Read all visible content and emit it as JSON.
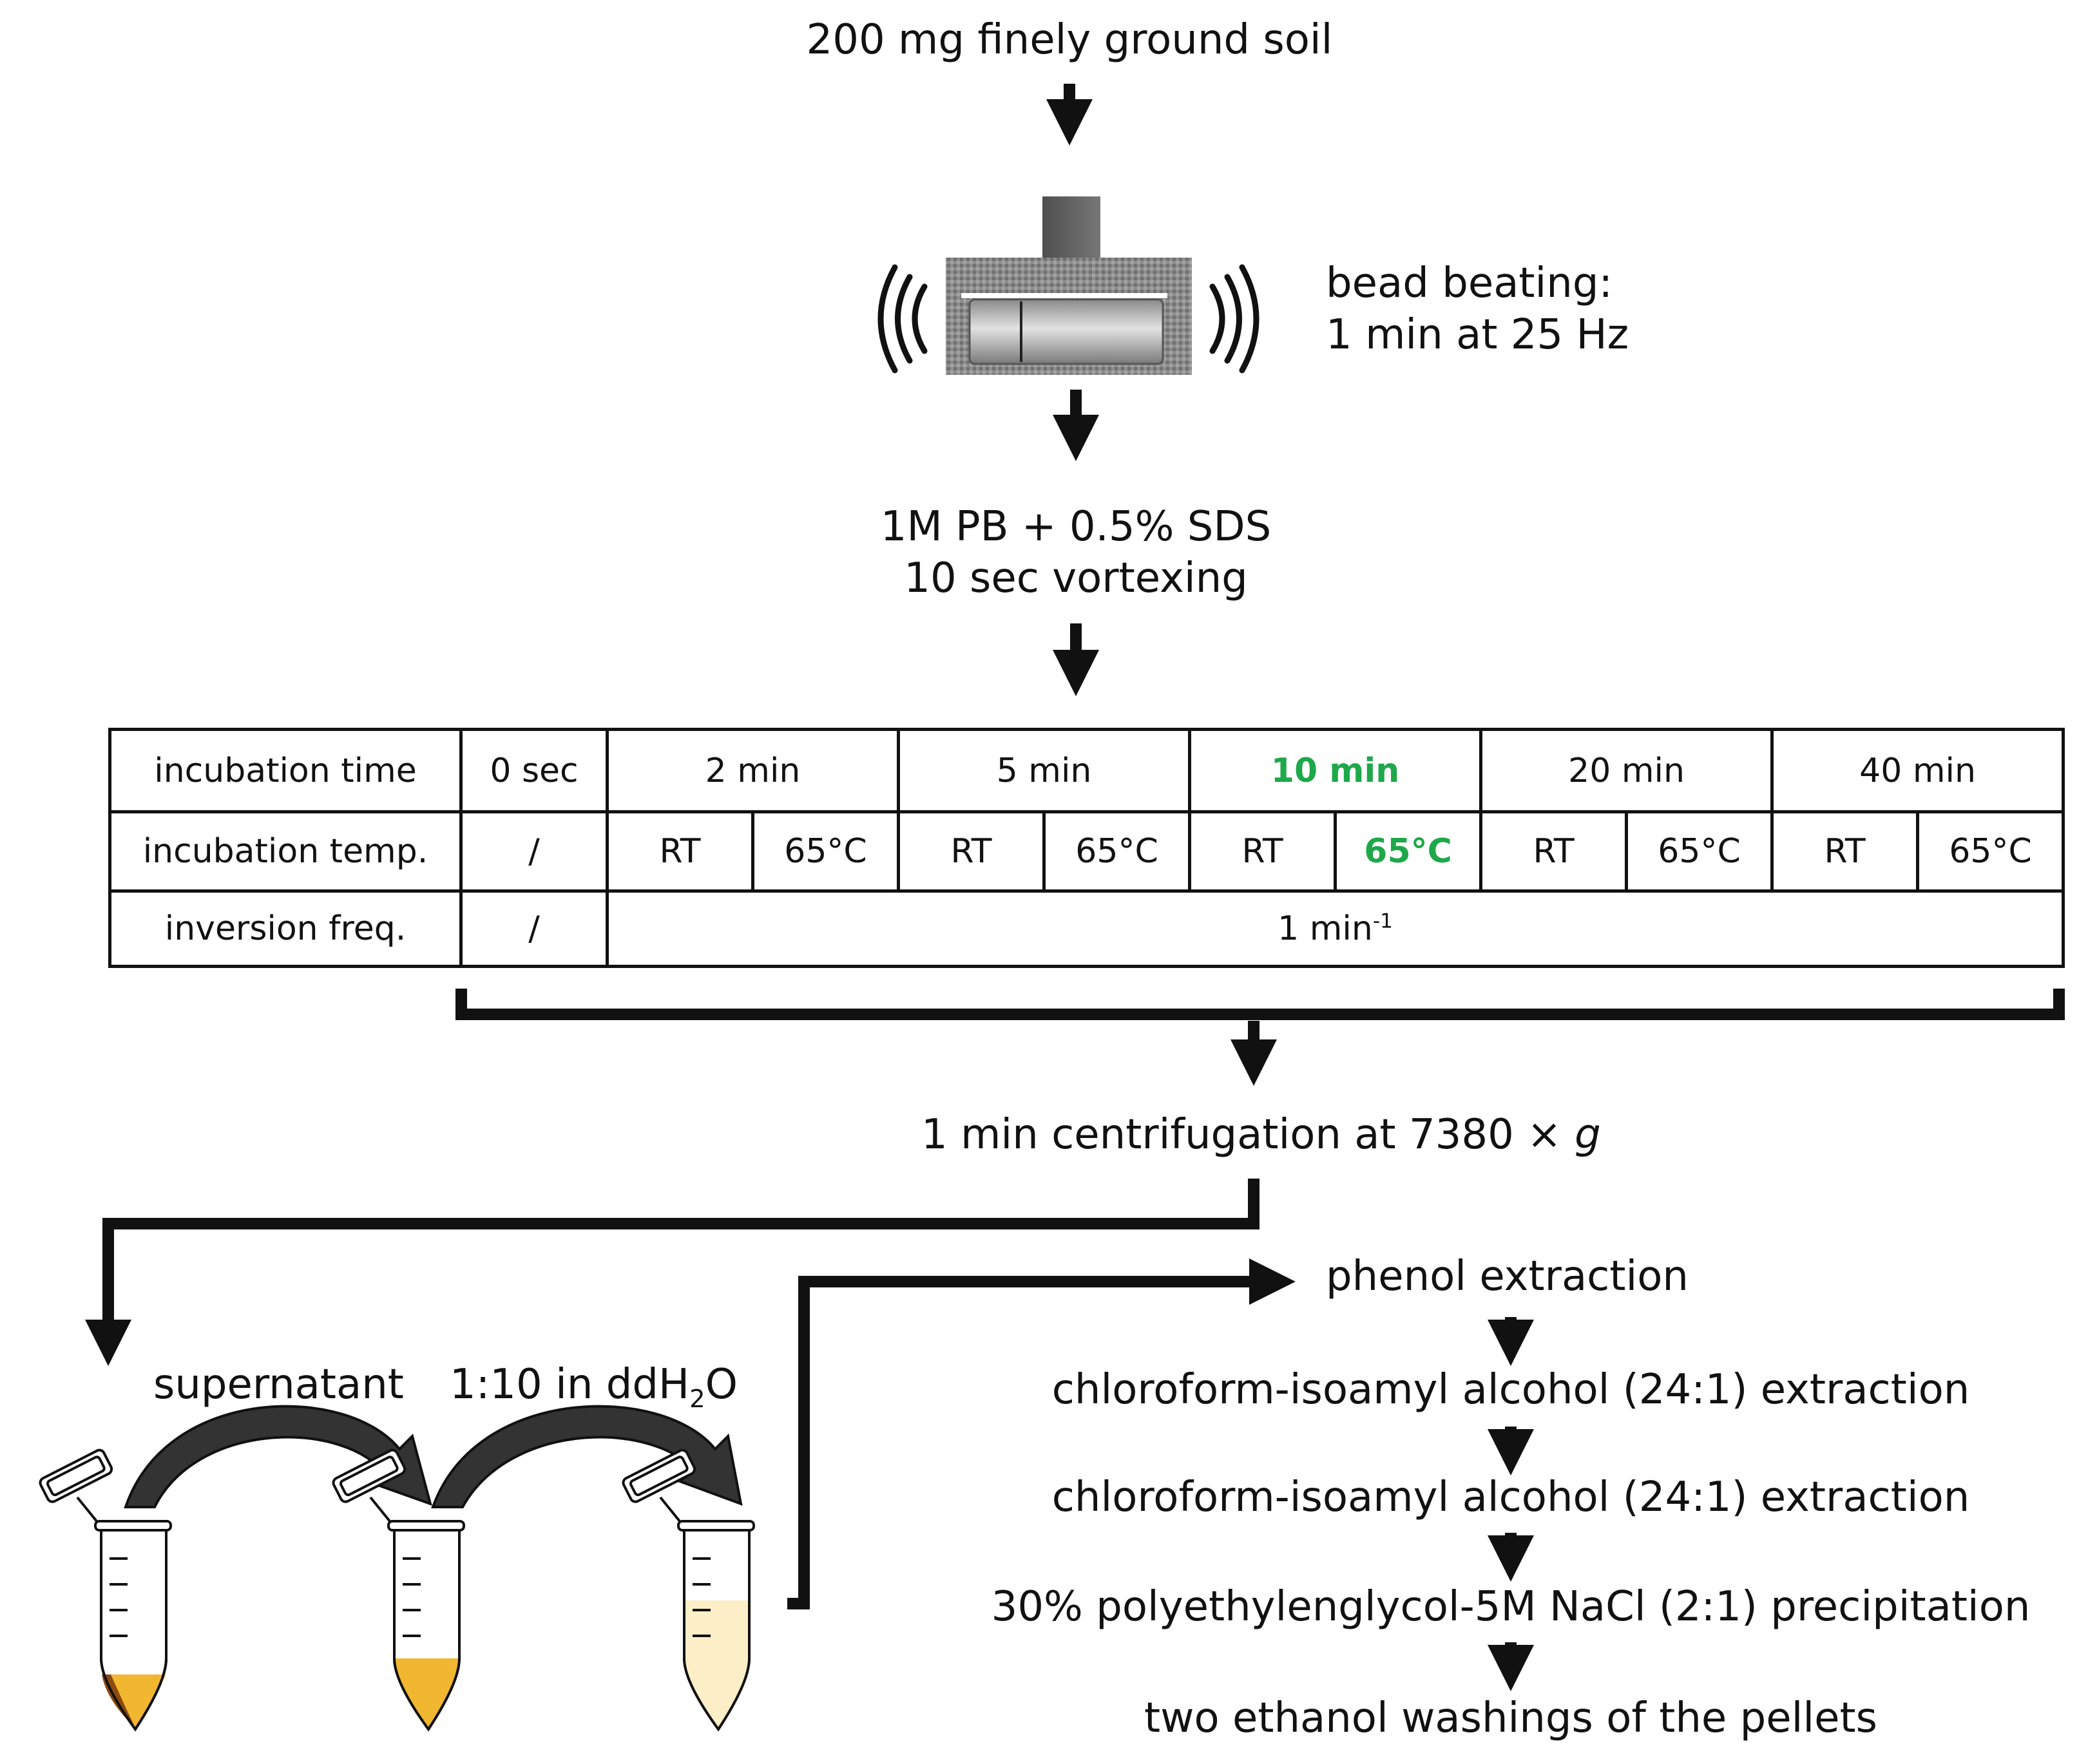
{
  "steps": {
    "start": "200 mg finely ground soil",
    "bead_line1": "bead beating:",
    "bead_line2": "1 min at 25 Hz",
    "buffer_line1": "1M PB + 0.5% SDS",
    "buffer_line2": "10 sec vortexing",
    "centrifuge_prefix": "1 min centrifugation at 7380 × ",
    "centrifuge_g": "g",
    "supernatant": "supernatant",
    "dilution_prefix": "1:10 in ddH",
    "dilution_sub": "2",
    "dilution_suffix": "O"
  },
  "table": {
    "row_labels": [
      "incubation time",
      "incubation temp.",
      "inversion freq."
    ],
    "times": [
      "0 sec",
      "2 min",
      "5 min",
      "10 min",
      "20 min",
      "40 min"
    ],
    "temps": [
      "RT",
      "65°C"
    ],
    "no_value": "/",
    "inversion_value": "1 min",
    "inversion_exp": "-1",
    "highlight": {
      "time": "10 min",
      "temp": "65°C",
      "color": "#1ea84a"
    }
  },
  "purification": [
    "phenol extraction",
    "chloroform-isoamyl alcohol (24:1) extraction",
    "chloroform-isoamyl alcohol (24:1) extraction",
    "30% polyethylenglycol-5M NaCl (2:1) precipitation",
    "two ethanol washings of the pellets"
  ],
  "colors": {
    "ink": "#111111",
    "highlight": "#1ea84a",
    "tube_fill_concentrated": "#f2b731",
    "tube_fill_dark": "#8a4a10",
    "tube_fill_diluted": "#fcefc7"
  }
}
